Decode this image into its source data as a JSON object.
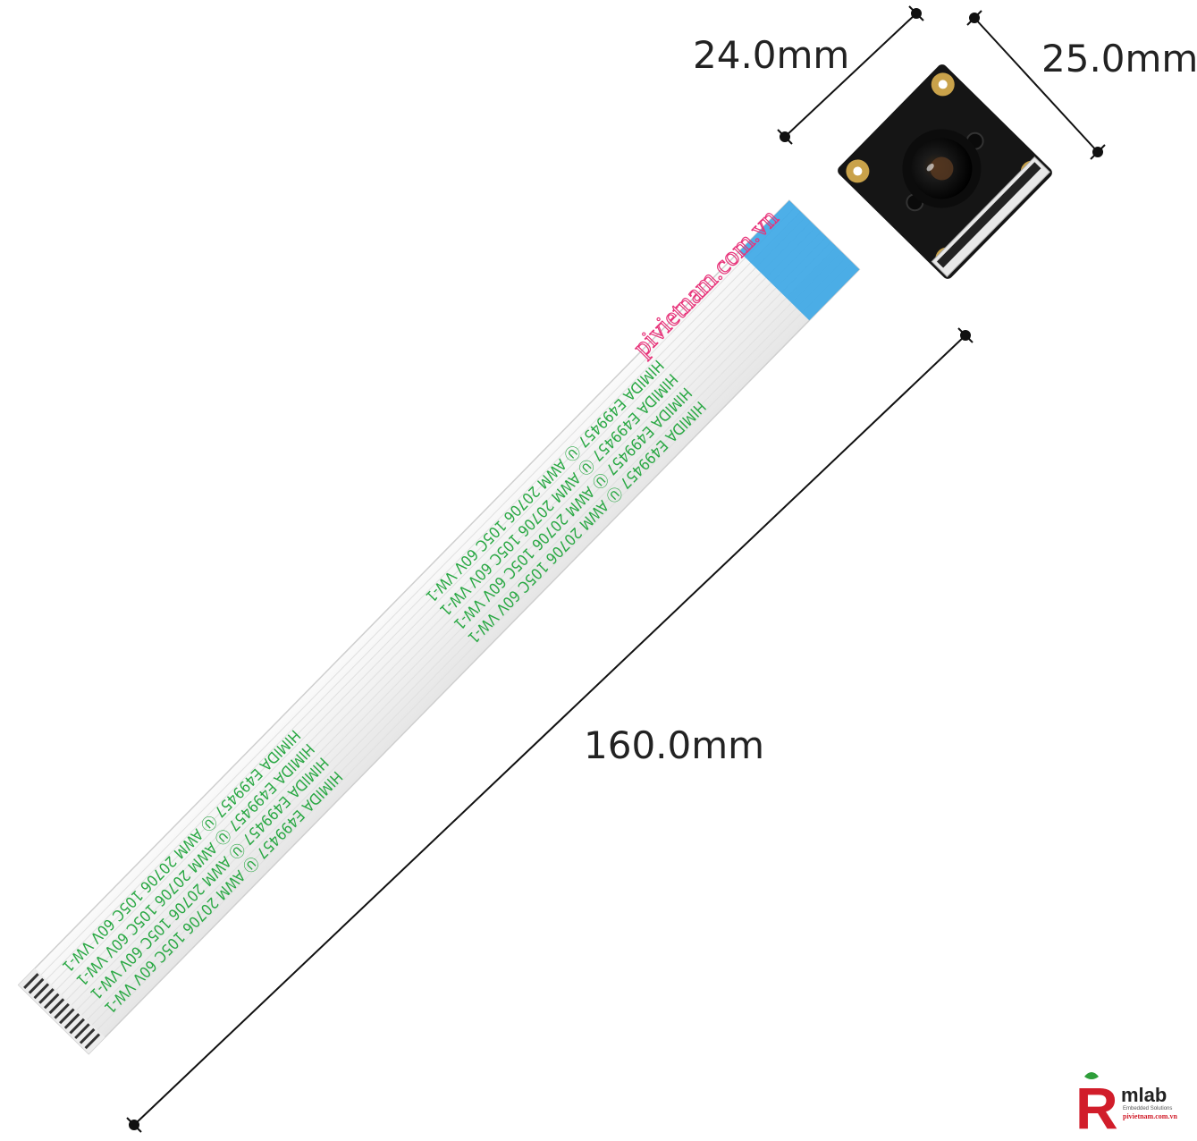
{
  "dimensions": {
    "width_label": "24.0mm",
    "depth_label": "25.0mm",
    "length_label": "160.0mm"
  },
  "cable_print": {
    "line1": "HIMIDA  E499457  Ⓤ  AWM  20706  105C  60V  VW-1"
  },
  "watermark": {
    "text": "pivietnam.com.vn"
  },
  "logo": {
    "letter": "R",
    "name": "mlab",
    "tagline": "Embedded Solutions",
    "url": "pivietnam.com.vn"
  },
  "colors": {
    "cable": "#f2f2f2",
    "print_green": "#2aa844",
    "stiffener_blue": "#3aa6e6",
    "pcb": "#151515",
    "pad_gold": "#c9a24a",
    "watermark": "#e7347a",
    "logo_red": "#d11d2a"
  },
  "icons": [
    "ul-mark-icon",
    "lens-icon",
    "dimension-arrow-icon",
    "strawberry-logo-icon"
  ]
}
